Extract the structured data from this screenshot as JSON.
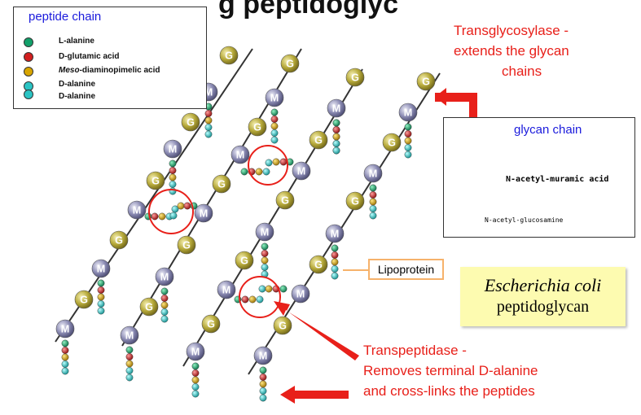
{
  "title_partial": "g  peptidoglyc",
  "legend": {
    "title": "peptide chain",
    "items": [
      {
        "label": "L-alanine",
        "color": "#12a06a"
      },
      {
        "label": "D-glutamic acid",
        "color": "#d21f1f"
      },
      {
        "label_italic": "Meso",
        "label": "-diaminopimelic acid",
        "color": "#d8a500"
      },
      {
        "label": "D-alanine",
        "color": "#2bc4c4"
      },
      {
        "label": "D-alanine",
        "color": "#2bc4c4"
      }
    ]
  },
  "transglycosylase": {
    "line1": "Transglycosylase  -",
    "line2": "extends the glycan",
    "line3": "chains"
  },
  "glycan_box": {
    "title": "glycan chain",
    "m_label": "N-acetyl-muramic acid",
    "g_label": "N-acetyl-glucosamine"
  },
  "lipoprotein": "Lipoprotein",
  "organism": {
    "name": "Escherichia coli",
    "subtitle": "peptidoglycan"
  },
  "transpeptidase": {
    "line1": "Transpeptidase -",
    "line2": "Removes terminal D-alanine",
    "line3": "and cross-links the peptides"
  },
  "sugar_letters": {
    "m": "M",
    "g": "G"
  },
  "colors": {
    "annotation_red": "#e8201a",
    "title_blue": "#1a1adc",
    "g_sugar": "#b6a93a",
    "m_sugar": "#8c8cb4"
  }
}
